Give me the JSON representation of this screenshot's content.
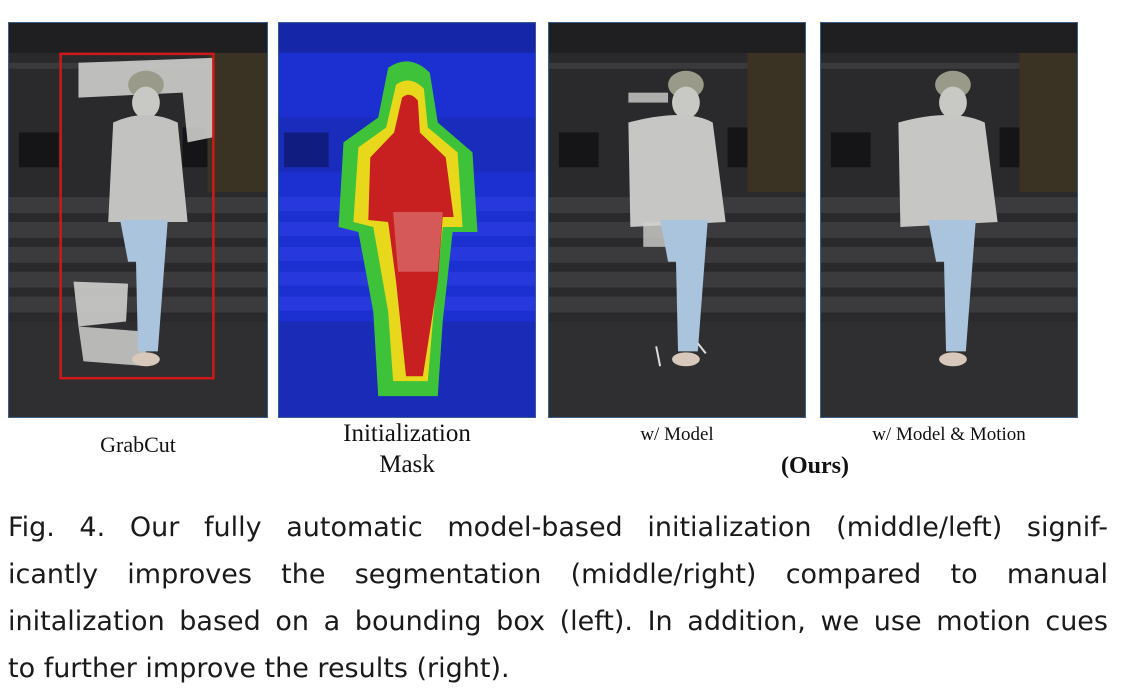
{
  "figure": {
    "panels": [
      {
        "id": "grabcut",
        "label_lines": [
          "GrabCut"
        ]
      },
      {
        "id": "initialization-mask",
        "label_lines": [
          "Initialization",
          "Mask"
        ]
      },
      {
        "id": "with-model",
        "label_lines": [
          "w/ Model"
        ]
      },
      {
        "id": "with-model-motion",
        "label_lines": [
          "w/ Model & Motion"
        ]
      }
    ],
    "ours_label": "(Ours)"
  },
  "caption": {
    "text": "Fig. 4.  Our fully automatic model-based initialization (middle/left) significantly improves the segmentation (middle/right) compared to manual initalization based on a bounding box (left). In addition, we use motion cues to further improve the results (right).",
    "lines": [
      "Fig. 4.  Our fully automatic model-based initialization (middle/left) signif-",
      "icantly improves the segmentation (middle/right) compared to manual",
      "initalization based on a bounding box (left). In addition, we use motion cues",
      "to further improve the results (right)."
    ]
  }
}
